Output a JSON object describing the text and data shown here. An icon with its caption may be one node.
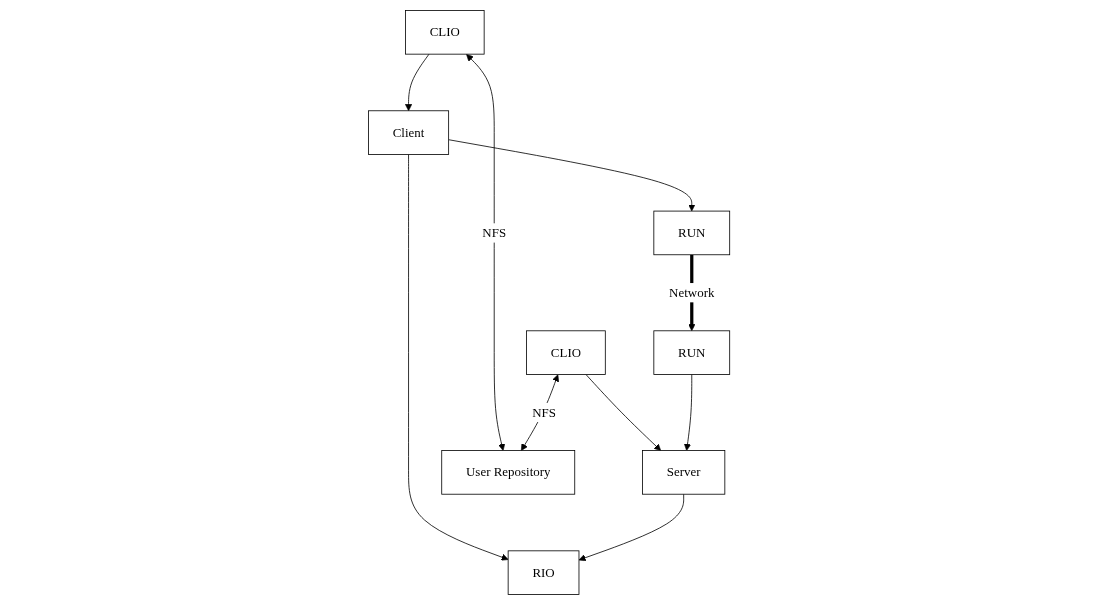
{
  "diagram": {
    "nodes": [
      {
        "text": [
          "Client"
        ]
      },
      {
        "text": [
          "RIO"
        ]
      },
      {
        "text": [
          "Server"
        ]
      },
      {
        "text": [
          "RUN"
        ]
      },
      {
        "text": [
          "CLIO"
        ]
      },
      {
        "text": [
          "CLIO"
        ]
      },
      {
        "text": [
          "RUN"
        ]
      },
      {
        "text": [
          "User Repository"
        ]
      }
    ],
    "edges": [
      {
        "from": 0,
        "to": 1,
        "arrow": "to"
      },
      {
        "from": 2,
        "to": 1,
        "arrow": "to"
      },
      {
        "from": 0,
        "to": 3,
        "arrow": "to"
      },
      {
        "from": 4,
        "to": 0,
        "arrow": "to"
      },
      {
        "from": 5,
        "to": 2,
        "arrow": "to"
      },
      {
        "from": 6,
        "to": 2,
        "arrow": "to"
      },
      {
        "from": 4,
        "to": 7,
        "arrow": "both",
        "label": "NFS"
      },
      {
        "from": 5,
        "to": 7,
        "arrow": "both",
        "label": "NFS"
      },
      {
        "from": 3,
        "to": 6,
        "arrow": "to",
        "label": "Network",
        "style": "thick"
      }
    ]
  }
}
